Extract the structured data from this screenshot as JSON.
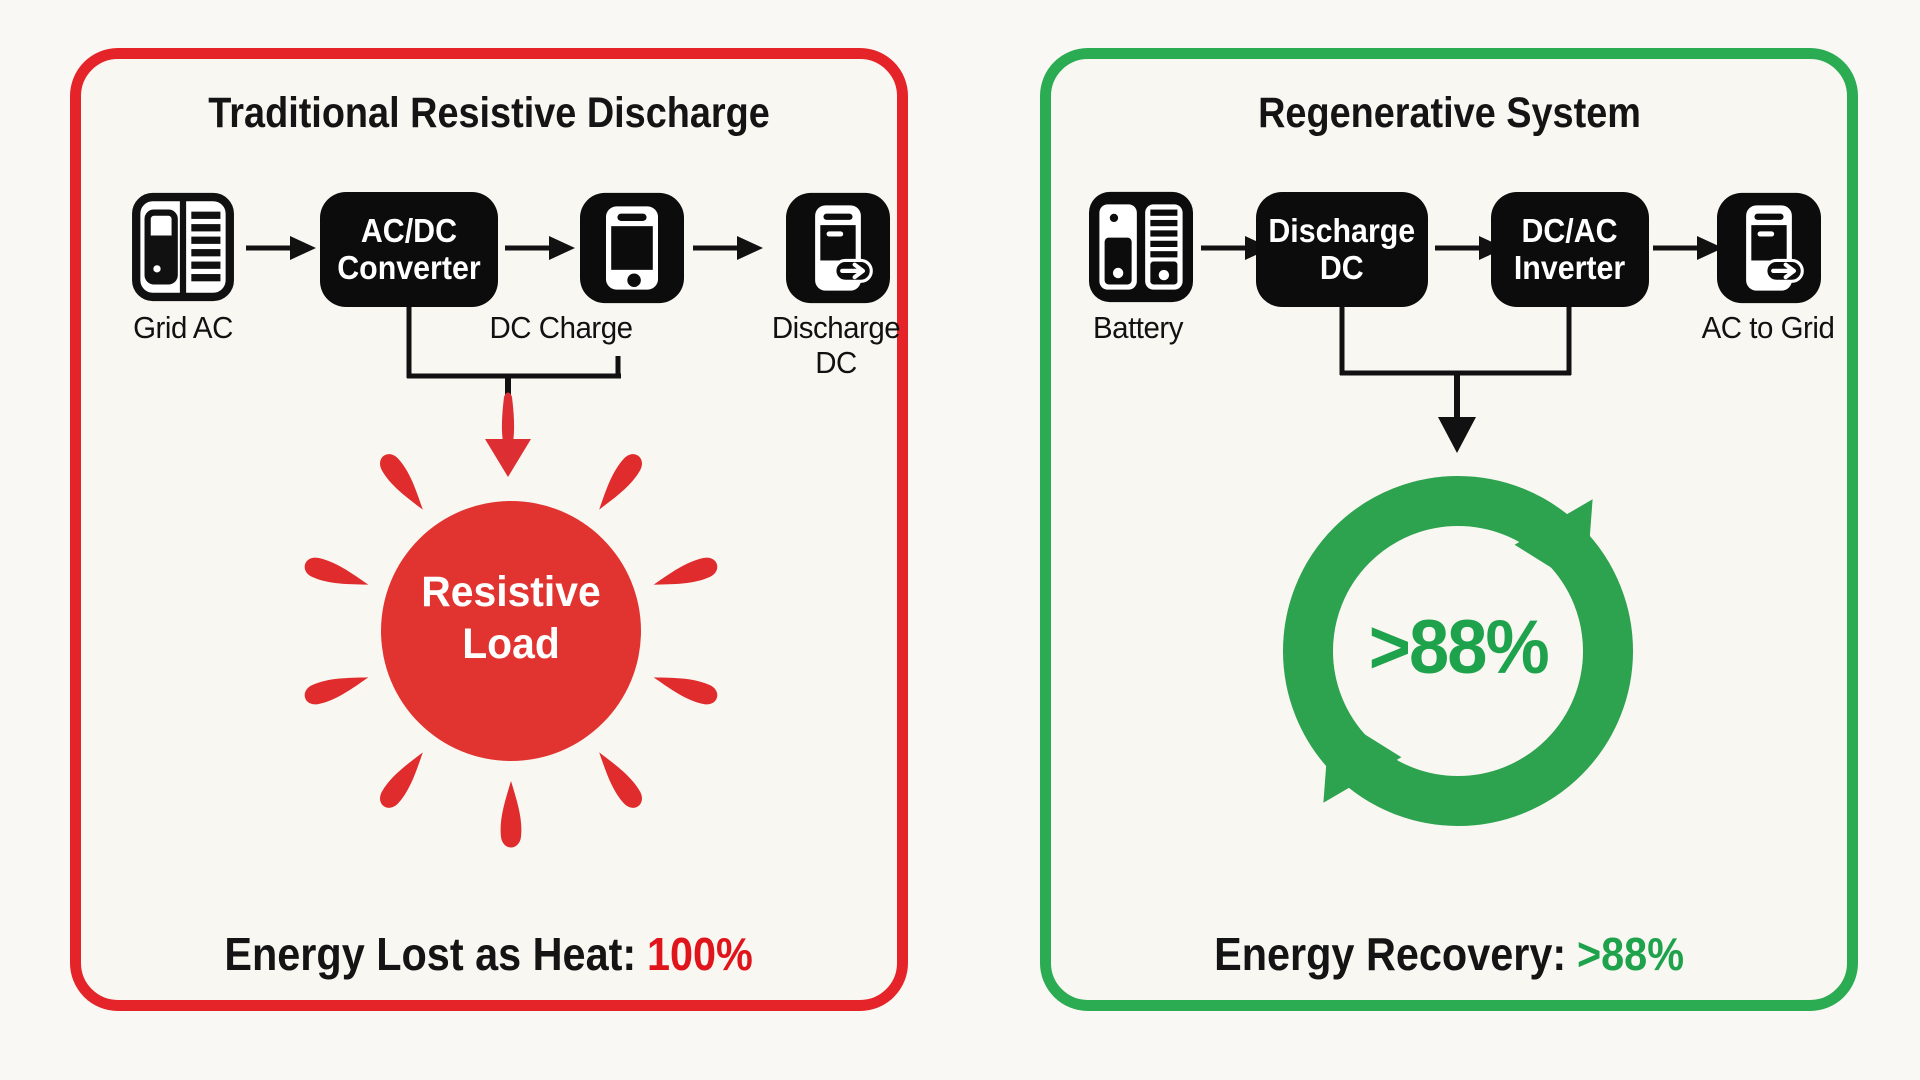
{
  "colors": {
    "page_background": "#faf8f4",
    "left_accent_red": "#e42429",
    "heat_sun_red": "#e13431",
    "result_red": "#e0151c",
    "right_accent_green": "#2bab52",
    "recycle_ring_green": "#2da24f",
    "result_green": "#1ea24c",
    "ink_black": "#0c0c0c"
  },
  "left": {
    "title": "Traditional Resistive Discharge",
    "source_label": "Grid AC",
    "converter_line1": "AC/DC",
    "converter_line2": "Converter",
    "charge_label": "DC Charge",
    "discharge_line1": "Discharge",
    "discharge_line2": "DC",
    "load_line1": "Resistive",
    "load_line2": "Load",
    "result_label": "Energy Lost as Heat:",
    "result_value": "100%"
  },
  "right": {
    "title": "Regenerative System",
    "source_label": "Battery",
    "box1_line1": "Discharge",
    "box1_line2": "DC",
    "box2_line1": "DC/AC",
    "box2_line2": "Inverter",
    "sink_label": "AC to Grid",
    "recovery_value": ">88%",
    "result_label": "Energy Recovery:",
    "result_value": ">88%"
  },
  "icons": {
    "grid_ac": "grid-ac-icon",
    "dc_charge": "phone-icon",
    "discharge_dc": "phone-export-icon",
    "battery": "battery-rack-icon",
    "ac_to_grid": "phone-export-icon",
    "heat": "heat-sun-icon",
    "recycle": "recycle-ring-icon",
    "flow": "flow-arrow-icon"
  }
}
